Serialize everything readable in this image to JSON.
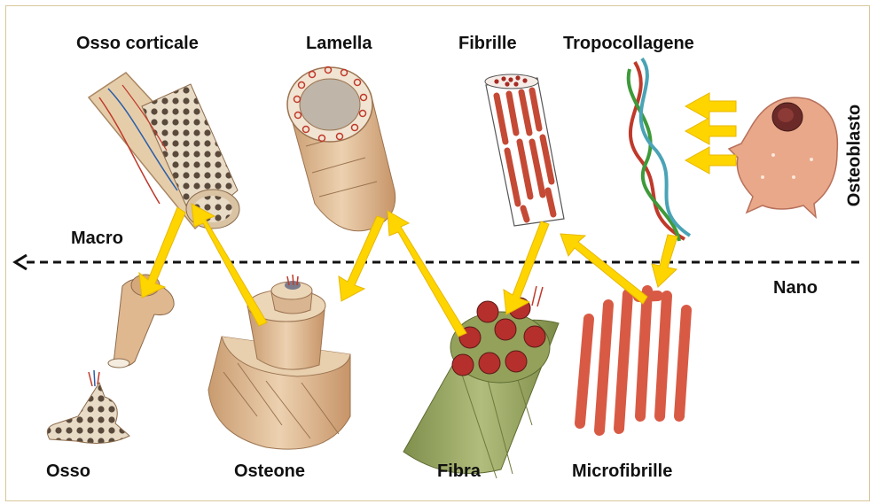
{
  "labels": {
    "osso_corticale": "Osso corticale",
    "lamella": "Lamella",
    "fibrille": "Fibrille",
    "tropocollagene": "Tropocollagene",
    "osteoblasto": "Osteoblasto",
    "macro": "Macro",
    "nano": "Nano",
    "osso": "Osso",
    "osteone": "Osteone",
    "fibra": "Fibra",
    "microfibrille": "Microfibrille"
  },
  "colors": {
    "arrow": "#ffd500",
    "arrow_stroke": "#e7b800",
    "frame": "#d8c79a",
    "bone": "#e4c7a4",
    "collagen": "#d9604a",
    "fiber_green": "#97a45f",
    "cell": "#e9a88a"
  }
}
